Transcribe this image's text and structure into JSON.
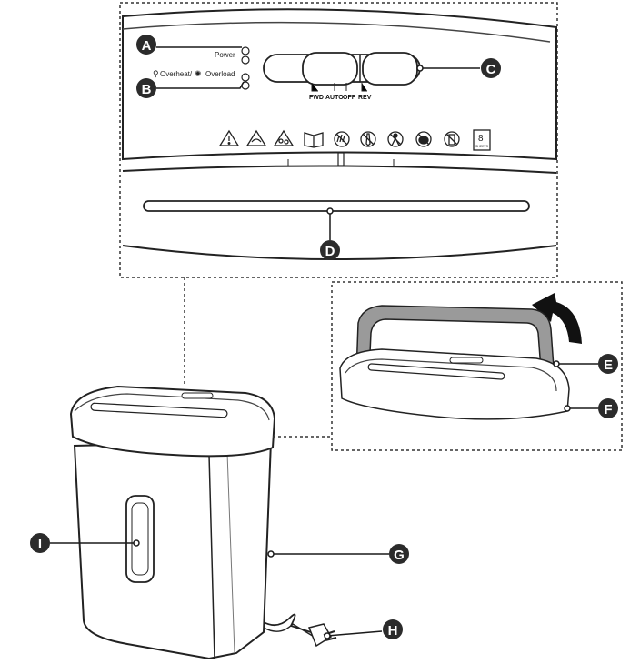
{
  "panel": {
    "power_label": "Power",
    "overheat_label": "Overheat/",
    "overload_label": "Overload",
    "switch_positions": [
      "FWD",
      "AUTO",
      "OFF",
      "REV"
    ],
    "capacity_number": "8",
    "capacity_sheet_text": "SHEETS"
  },
  "callouts": {
    "A": "A",
    "B": "B",
    "C": "C",
    "D": "D",
    "E": "E",
    "F": "F",
    "G": "G",
    "H": "H",
    "I": "I"
  },
  "colors": {
    "callout": "#2b2b2b",
    "line": "#1a1a1a",
    "handle": "#9a9a9a"
  }
}
